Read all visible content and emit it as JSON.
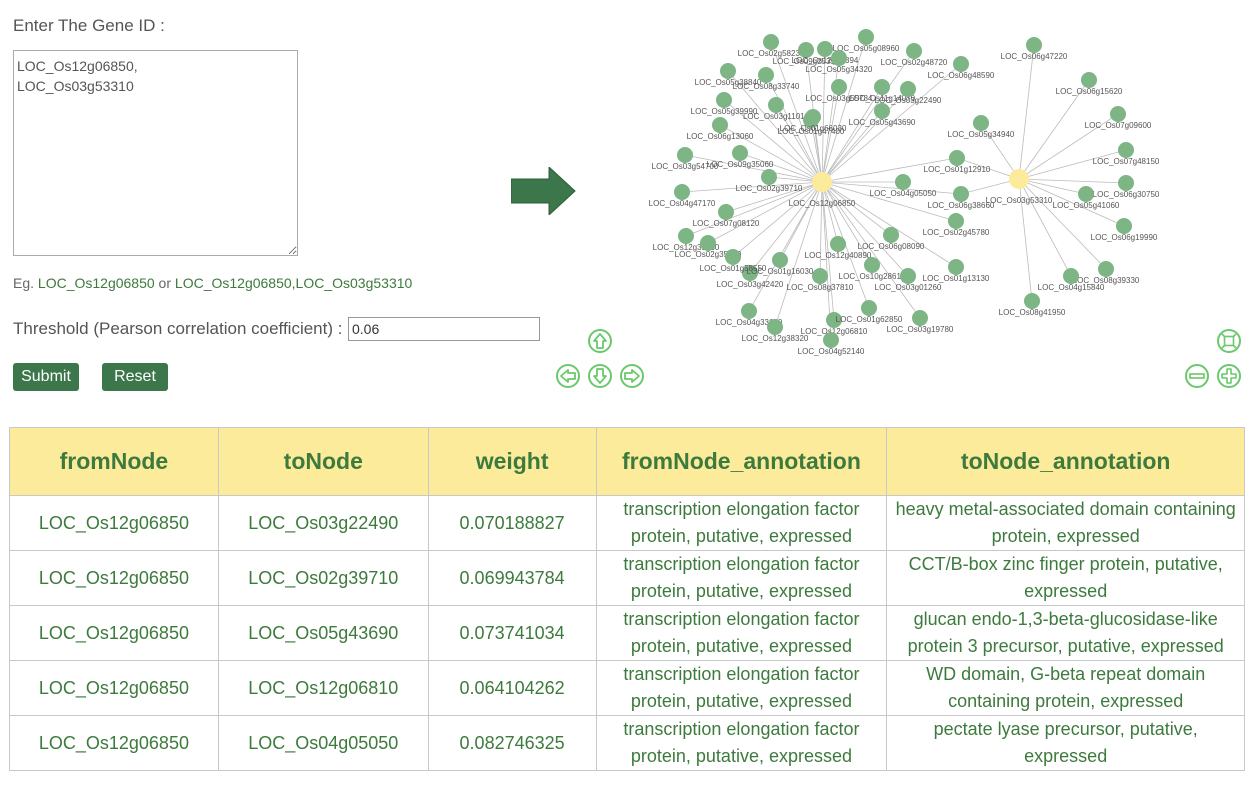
{
  "form": {
    "gene_label": "Enter The Gene ID :",
    "gene_value": "LOC_Os12g06850,\nLOC_Os03g53310",
    "eg_prefix": "Eg. ",
    "eg_example1": "LOC_Os12g06850",
    "eg_or": " or ",
    "eg_example2": "LOC_Os12g06850,LOC_Os03g53310",
    "threshold_label": "Threshold (Pearson correlation coefficient) :",
    "threshold_value": "0.06",
    "submit_label": "Submit",
    "reset_label": "Reset"
  },
  "colors": {
    "accent": "#3b774a",
    "node": "#7db585",
    "hub": "#fdeb9c",
    "edge": "#bbbbbb",
    "header_bg": "#fdeb9c",
    "text_green": "#3d7a3d"
  },
  "graph": {
    "hubs": [
      {
        "label": "LOC_Os12g06850"
      },
      {
        "label": "LOC_Os03g53310"
      }
    ],
    "hub1_nodes": [
      "LOC_Os02g58230",
      "LOC_Os09g25390",
      "LOC_Os12g05394",
      "LOC_Os05g08960",
      "LOC_Os05g34320",
      "LOC_Os11g14070",
      "LOC_Os02g48720",
      "LOC_Os06g48590",
      "LOC_Os05g38840",
      "LOC_Os08g33740",
      "LOC_Os03g11010",
      "LOC_Os03g55784",
      "LOC_Os03g22490",
      "LOC_Os05g39990",
      "LOC_Os01g47400",
      "LOC_Os05g43690",
      "LOC_Os06g13060",
      "LOC_Os09g35060",
      "LOC_Os03g54700",
      "LOC_Os02g39710",
      "LOC_Os04g47170",
      "LOC_Os07g08120",
      "LOC_Os12g39560",
      "LOC_Os02g35900",
      "LOC_Os03g42420",
      "LOC_Os01g16030",
      "LOC_Os08g37810",
      "LOC_Os04g33690",
      "LOC_Os12g06810",
      "LOC_Os12g40890",
      "LOC_Os06g08090",
      "LOC_Os10g28610",
      "LOC_Os03g01260",
      "LOC_Os01g13130",
      "LOC_Os12g38320",
      "LOC_Os01g62850",
      "LOC_Os03g19780",
      "LOC_Os04g52140",
      "LOC_Os04g05050",
      "LOC_Os01g58550",
      "LOC_Os02g45780",
      "LOC_Os01g66030"
    ],
    "shared_nodes": [
      "LOC_Os01g12910",
      "LOC_Os06g38660"
    ],
    "hub2_nodes": [
      "LOC_Os06g47220",
      "LOC_Os06g15620",
      "LOC_Os07g09600",
      "LOC_Os07g48150",
      "LOC_Os05g34940",
      "LOC_Os06g30750",
      "LOC_Os05g41060",
      "LOC_Os06g19990",
      "LOC_Os08g39330",
      "LOC_Os04g15840",
      "LOC_Os08g41950"
    ]
  },
  "table": {
    "headers": [
      "fromNode",
      "toNode",
      "weight",
      "fromNode_annotation",
      "toNode_annotation"
    ],
    "rows": [
      [
        "LOC_Os12g06850",
        "LOC_Os03g22490",
        "0.070188827",
        "transcription elongation factor protein, putative, expressed",
        "heavy metal-associated domain containing protein, expressed"
      ],
      [
        "LOC_Os12g06850",
        "LOC_Os02g39710",
        "0.069943784",
        "transcription elongation factor protein, putative, expressed",
        "CCT/B-box zinc finger protein, putative, expressed"
      ],
      [
        "LOC_Os12g06850",
        "LOC_Os05g43690",
        "0.073741034",
        "transcription elongation factor protein, putative, expressed",
        "glucan endo-1,3-beta-glucosidase-like protein 3 precursor, putative, expressed"
      ],
      [
        "LOC_Os12g06850",
        "LOC_Os12g06810",
        "0.064104262",
        "transcription elongation factor protein, putative, expressed",
        "WD domain, G-beta repeat domain containing protein, expressed"
      ],
      [
        "LOC_Os12g06850",
        "LOC_Os04g05050",
        "0.082746325",
        "transcription elongation factor protein, putative, expressed",
        "pectate lyase precursor, putative, expressed"
      ]
    ]
  }
}
